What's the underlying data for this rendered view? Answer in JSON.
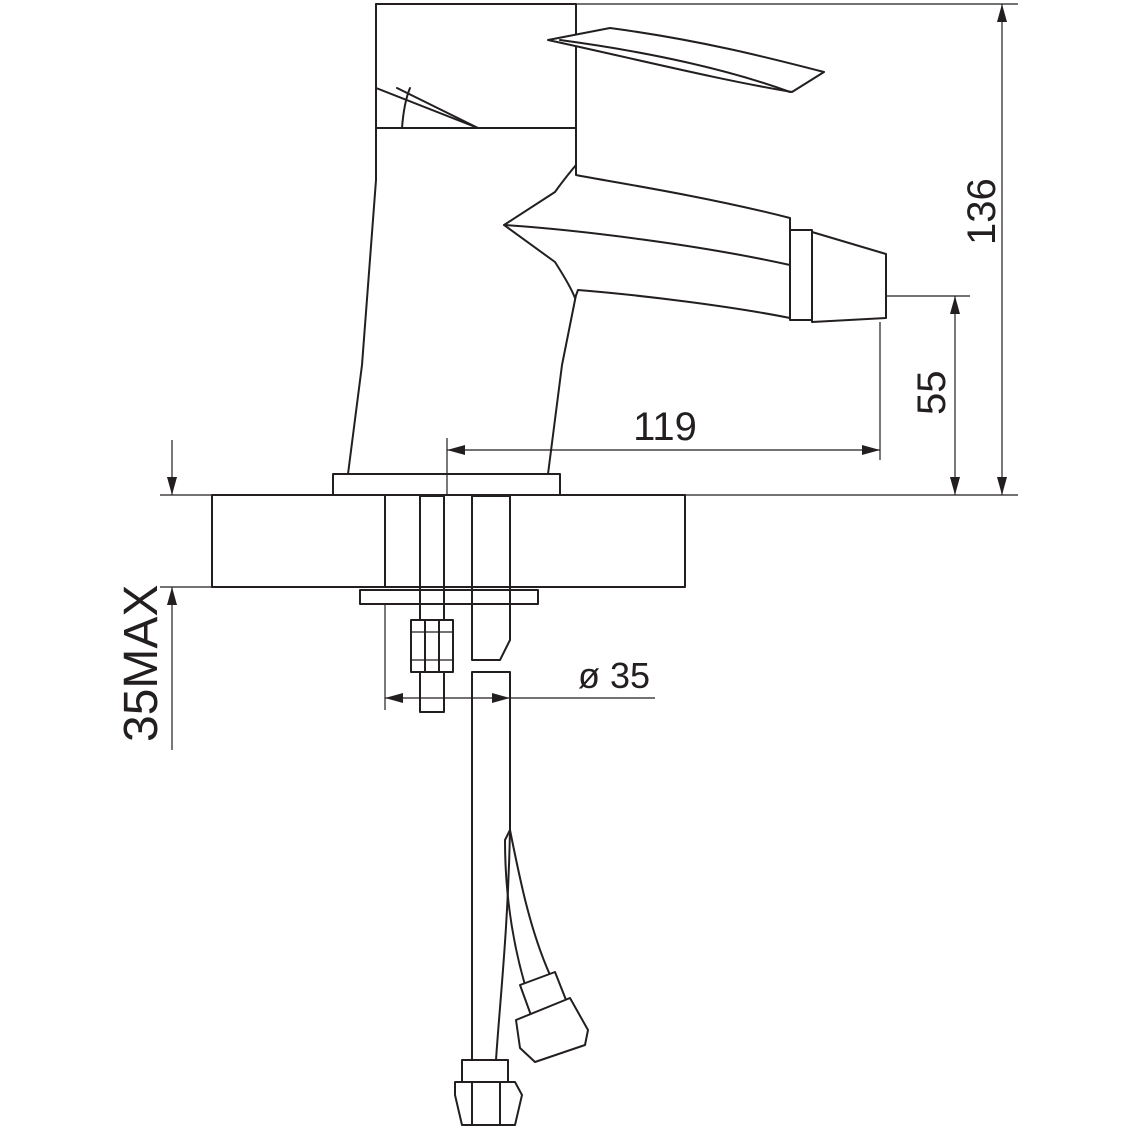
{
  "dimensions": {
    "total_height": "136",
    "spout_height": "55",
    "spout_reach": "119",
    "hole_diameter": "ø 35",
    "max_counter_thickness": "35MAX"
  },
  "colors": {
    "line": "#231f20",
    "background": "#ffffff"
  }
}
